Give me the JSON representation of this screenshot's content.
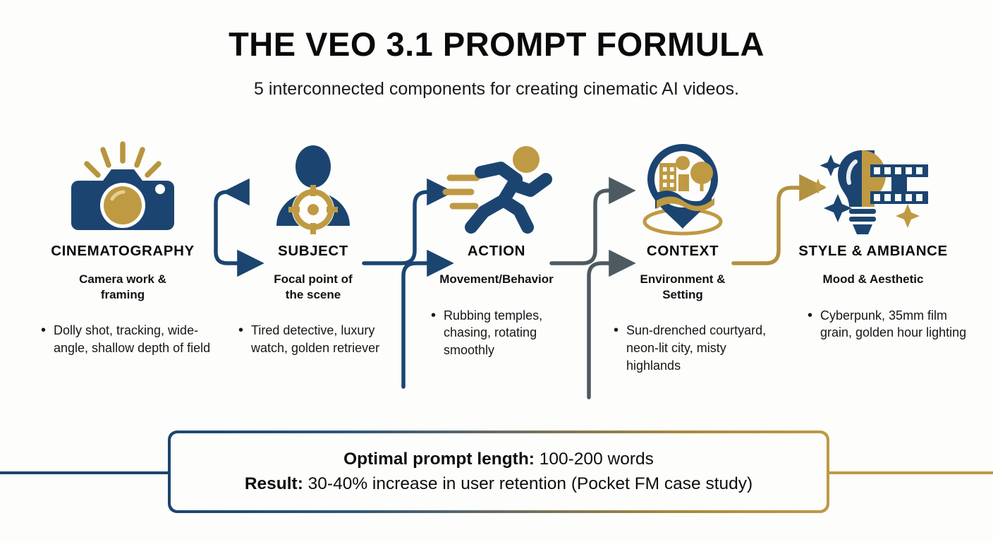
{
  "header": {
    "title": "THE VEO 3.1 PROMPT FORMULA",
    "subtitle": "5 interconnected components for creating cinematic AI videos."
  },
  "colors": {
    "navy": "#1b4570",
    "gold": "#bd9a45",
    "gray": "#4d5a61",
    "text": "#0d0d0d",
    "background": "#fdfdfc"
  },
  "components": [
    {
      "id": "cinematography",
      "icon": "camera-icon",
      "title": "CINEMATOGRAPHY",
      "subtitle": "Camera work &\nframing",
      "subtitle_line1": "Camera work &",
      "subtitle_line2": "framing",
      "bullets": [
        "Dolly shot, tracking, wide-angle, shallow depth of field"
      ]
    },
    {
      "id": "subject",
      "icon": "person-target-icon",
      "title": "SUBJECT",
      "subtitle_line1": "Focal point of",
      "subtitle_line2": "the scene",
      "bullets": [
        "Tired detective, luxury watch, golden retriever"
      ]
    },
    {
      "id": "action",
      "icon": "running-person-icon",
      "title": "ACTION",
      "subtitle_line1": "Movement/Behavior",
      "subtitle_line2": "",
      "bullets": [
        "Rubbing temples, chasing, rotating smoothly"
      ]
    },
    {
      "id": "context",
      "icon": "location-pin-landscape-icon",
      "title": "CONTEXT",
      "subtitle_line1": "Environment &",
      "subtitle_line2": "Setting",
      "bullets": [
        "Sun-drenched courtyard, neon-lit city, misty highlands"
      ]
    },
    {
      "id": "style-ambiance",
      "icon": "lightbulb-filmstrip-icon",
      "title": "STYLE & AMBIANCE",
      "subtitle_line1": "Mood & Aesthetic",
      "subtitle_line2": "",
      "bullets": [
        "Cyberpunk, 35mm film grain, golden hour lighting"
      ]
    }
  ],
  "callout": {
    "line1_label": "Optimal prompt length:",
    "line1_value": " 100-200 words",
    "line2_label": "Result:",
    "line2_value": " 30-40% increase in user retention (Pocket FM case study)"
  }
}
